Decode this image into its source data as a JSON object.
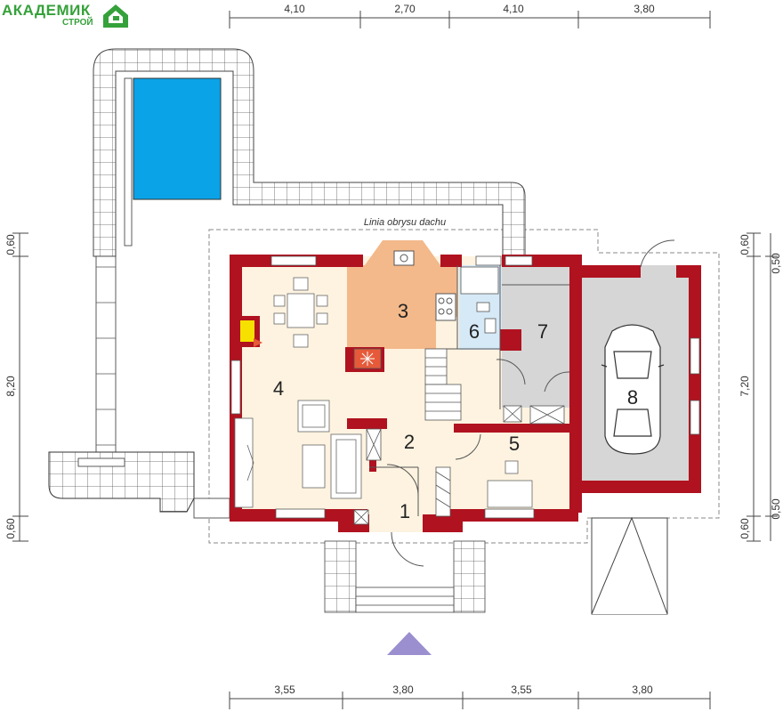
{
  "logo": {
    "name": "АКАДЕМИК",
    "sub": "СТРОЙ",
    "brand_color": "#35a13a"
  },
  "roof_outline_label": "Linia obrysu dachu",
  "dimensions": {
    "top": [
      "4,10",
      "2,70",
      "4,10",
      "3,80"
    ],
    "bottom": [
      "3,55",
      "3,80",
      "3,55",
      "3,80"
    ],
    "left": [
      "0,60",
      "8,20",
      "0,60"
    ],
    "right_outer": [
      "0,60",
      "7,20",
      "0,60"
    ],
    "right_inner": [
      "0,50",
      "0,50"
    ]
  },
  "rooms": [
    "1",
    "2",
    "3",
    "4",
    "5",
    "6",
    "7",
    "8"
  ],
  "colors": {
    "wall": "#b0121f",
    "living_floor": "#fdf3e0",
    "kitchen_floor": "#f3b98a",
    "bathroom_floor": "#d6e9f7",
    "garage_floor": "#d6d6d6",
    "pool_water": "#0aa3e8",
    "fireplace": "#f5e000"
  }
}
